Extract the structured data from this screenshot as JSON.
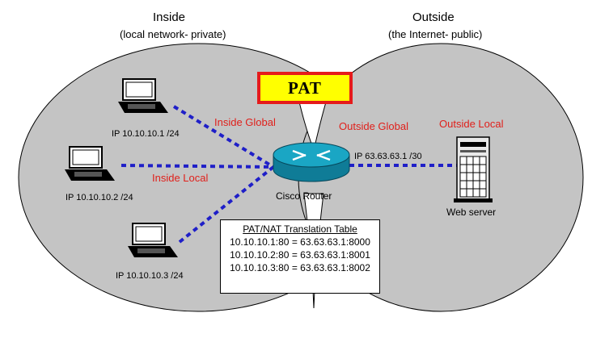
{
  "zones": {
    "inside": {
      "title": "Inside",
      "subtitle": "(local network- private)"
    },
    "outside": {
      "title": "Outside",
      "subtitle": "(the Internet- public)"
    }
  },
  "pat_label": "PAT",
  "address_labels": {
    "inside_global": "Inside Global",
    "inside_local": "Inside Local",
    "outside_global": "Outside Global",
    "outside_local": "Outside Local"
  },
  "hosts": [
    {
      "ip": "IP 10.10.10.1 /24"
    },
    {
      "ip": "IP 10.10.10.2 /24"
    },
    {
      "ip": "IP 10.10.10.3 /24"
    }
  ],
  "router": {
    "label": "Cisco  Router",
    "ip": "IP 63.63.63.1 /30"
  },
  "server": {
    "label": "Web server"
  },
  "translation_table": {
    "title": "PAT/NAT Translation Table",
    "rows": [
      "10.10.10.1:80 = 63.63.63.1:8000",
      "10.10.10.2:80 = 63.63.63.1:8001",
      "10.10.10.3:80 = 63.63.63.1:8002"
    ]
  },
  "colors": {
    "zone_fill": "#c4c4c4",
    "link": "#1f1fc8",
    "label_red": "#e0201b",
    "pat_fill": "#ffff00",
    "pat_border": "#e51b1b",
    "router": "#1aa6c4"
  },
  "icons": [
    "laptop-icon",
    "router-icon",
    "server-icon"
  ]
}
